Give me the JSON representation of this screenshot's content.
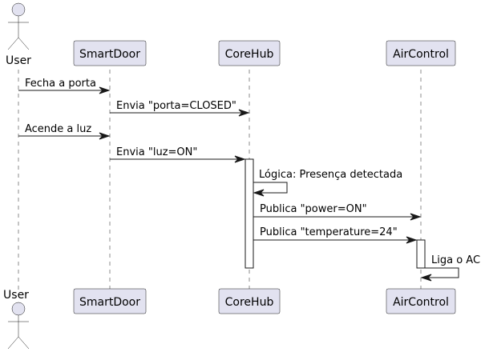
{
  "participants": {
    "user": "User",
    "smartdoor": "SmartDoor",
    "corehub": "CoreHub",
    "aircontrol": "AirControl"
  },
  "messages": {
    "m1": "Fecha a porta",
    "m2": "Envia \"porta=CLOSED\"",
    "m3": "Acende a luz",
    "m4": "Envia \"luz=ON\"",
    "m5": "Lógica: Presença detectada",
    "m6": "Publica \"power=ON\"",
    "m7": "Publica \"temperature=24\"",
    "m8": "Liga o AC"
  },
  "colors": {
    "participant_fill": "#E2E2F0",
    "border": "#181818"
  }
}
